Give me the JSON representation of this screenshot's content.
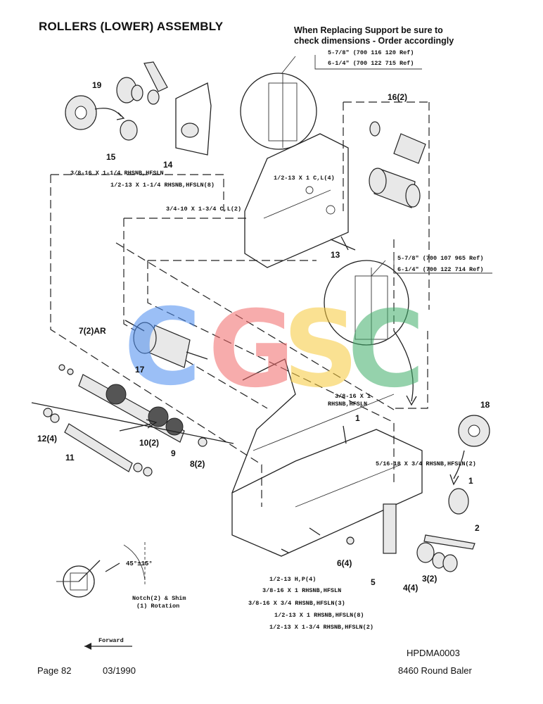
{
  "header": {
    "title": "ROLLERS (LOWER) ASSEMBLY"
  },
  "notes": {
    "support_line1": "When Replacing Support be sure to",
    "support_line2": "check dimensions - Order accordingly"
  },
  "ref_boxes": {
    "upper": [
      "5-7/8\" (700 116 120 Ref)",
      "6-1/4\" (700 122 715 Ref)"
    ],
    "lower": [
      "5-7/8\" (700 107 965 Ref)",
      "6-1/4\" (700 122 714 Ref)"
    ]
  },
  "callouts": {
    "c19": "19",
    "c15": "15",
    "c14": "14",
    "c16": "16(2)",
    "c13": "13",
    "c7": "7(2)AR",
    "c17": "17",
    "c12": "12(4)",
    "c11": "11",
    "c10": "10(2)",
    "c9": "9",
    "c8": "8(2)",
    "c18": "18",
    "c1a": "1",
    "c1b": "1",
    "c2": "2",
    "c3": "3(2)",
    "c4": "4(4)",
    "c5": "5",
    "c6": "6(4)"
  },
  "hardware": {
    "h1": "3/8-16 X 1-1/4 RHSNB,HFSLN",
    "h2": "1/2-13 X 1-1/4 RHSNB,HFSLN(8)",
    "h3": "3/4-10 X 1-3/4 C,L(2)",
    "h4": "1/2-13 X 1 C,L(4)",
    "h5a": "3/8-16 X 1",
    "h5b": "RHSNB,HFSLN",
    "h6": "5/16-18 X 3/4 RHSNB,HFSLN(2)",
    "h7": "1/2-13 H,P(4)",
    "h8": "3/8-16 X 1 RHSNB,HFSLN",
    "h9": "3/8-16 X 3/4 RHSNB,HFSLN(3)",
    "h10": "1/2-13 X 1 RHSNB,HFSLN(8)",
    "h11": "1/2-13 X 1-3/4 RHSNB,HFSLN(2)"
  },
  "detail": {
    "angle": "45°±15°",
    "notch_line1": "Notch(2) & Shim",
    "notch_line2": "(1) Rotation",
    "forward": "Forward"
  },
  "watermark": {
    "letters": [
      "C",
      "G",
      "S",
      "C"
    ],
    "colors": [
      "#4a8cf0",
      "#f26a6a",
      "#f7c93a",
      "#3faf6a"
    ]
  },
  "footer": {
    "code": "HPDMA0003",
    "page": "Page 82",
    "date": "03/1990",
    "model": "8460 Round Baler"
  }
}
